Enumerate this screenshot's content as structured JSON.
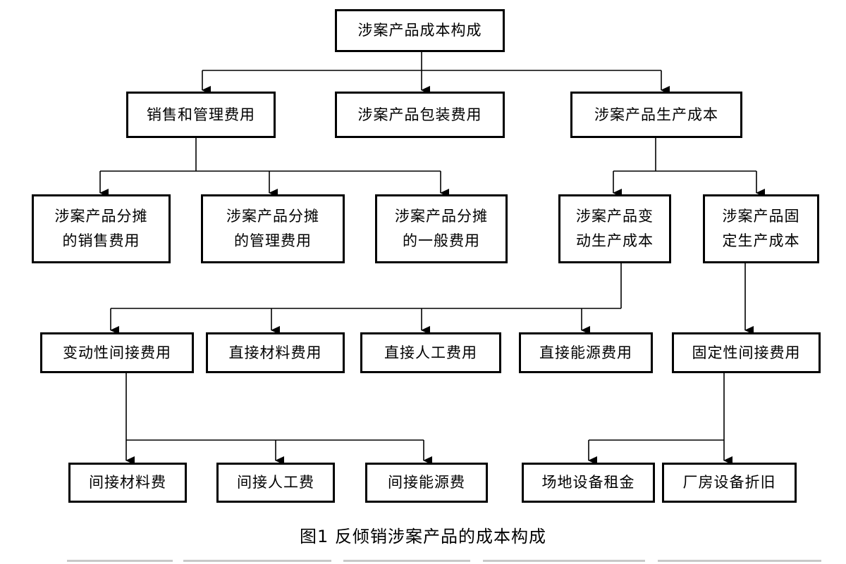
{
  "diagram": {
    "root": "涉案产品成本构成",
    "level1": {
      "sales_admin": "销售和管理费用",
      "packaging": "涉案产品包装费用",
      "production": "涉案产品生产成本"
    },
    "level2": {
      "alloc_sales": [
        "涉案产品分摊",
        "的销售费用"
      ],
      "alloc_admin": [
        "涉案产品分摊",
        "的管理费用"
      ],
      "alloc_general": [
        "涉案产品分摊",
        "的一般费用"
      ],
      "variable_cost": [
        "涉案产品变",
        "动生产成本"
      ],
      "fixed_cost": [
        "涉案产品固",
        "定生产成本"
      ]
    },
    "level3": {
      "variable_indirect": "变动性间接费用",
      "direct_material": "直接材料费用",
      "direct_labor": "直接人工费用",
      "direct_energy": "直接能源费用",
      "fixed_indirect": "固定性间接费用"
    },
    "level4": {
      "indirect_material": "间接材料费",
      "indirect_labor": "间接人工费",
      "indirect_energy": "间接能源费",
      "site_rent": "场地设备租金",
      "depreciation": "厂房设备折旧"
    }
  },
  "caption": "图1  反倾销涉案产品的成本构成"
}
